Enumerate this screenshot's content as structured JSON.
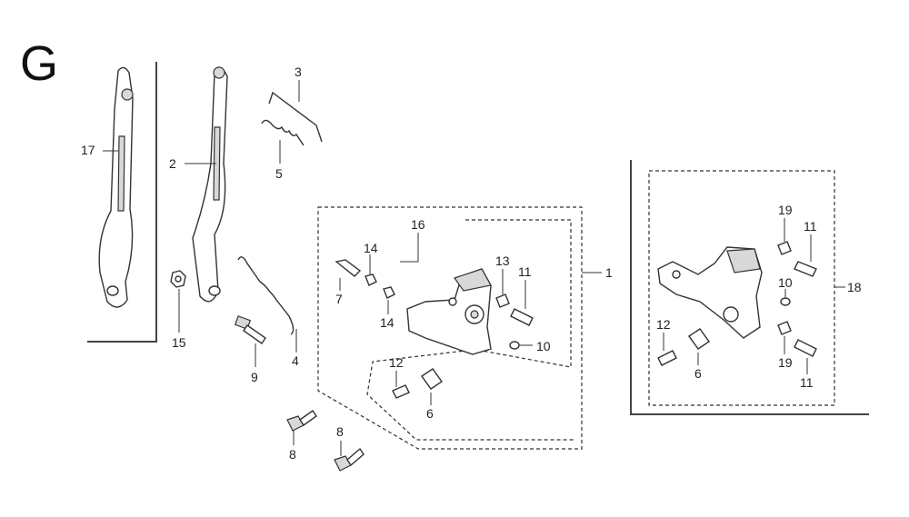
{
  "section_letter": "G",
  "callouts": {
    "c1": "1",
    "c2": "2",
    "c3": "3",
    "c4": "4",
    "c5": "5",
    "c6a": "6",
    "c6b": "6",
    "c7": "7",
    "c8a": "8",
    "c8b": "8",
    "c9": "9",
    "c10a": "10",
    "c10b": "10",
    "c11a": "11",
    "c11b": "11",
    "c11c": "11",
    "c12a": "12",
    "c12b": "12",
    "c13": "13",
    "c14a": "14",
    "c14b": "14",
    "c15": "15",
    "c16": "16",
    "c17": "17",
    "c18": "18",
    "c19a": "19",
    "c19b": "19"
  }
}
